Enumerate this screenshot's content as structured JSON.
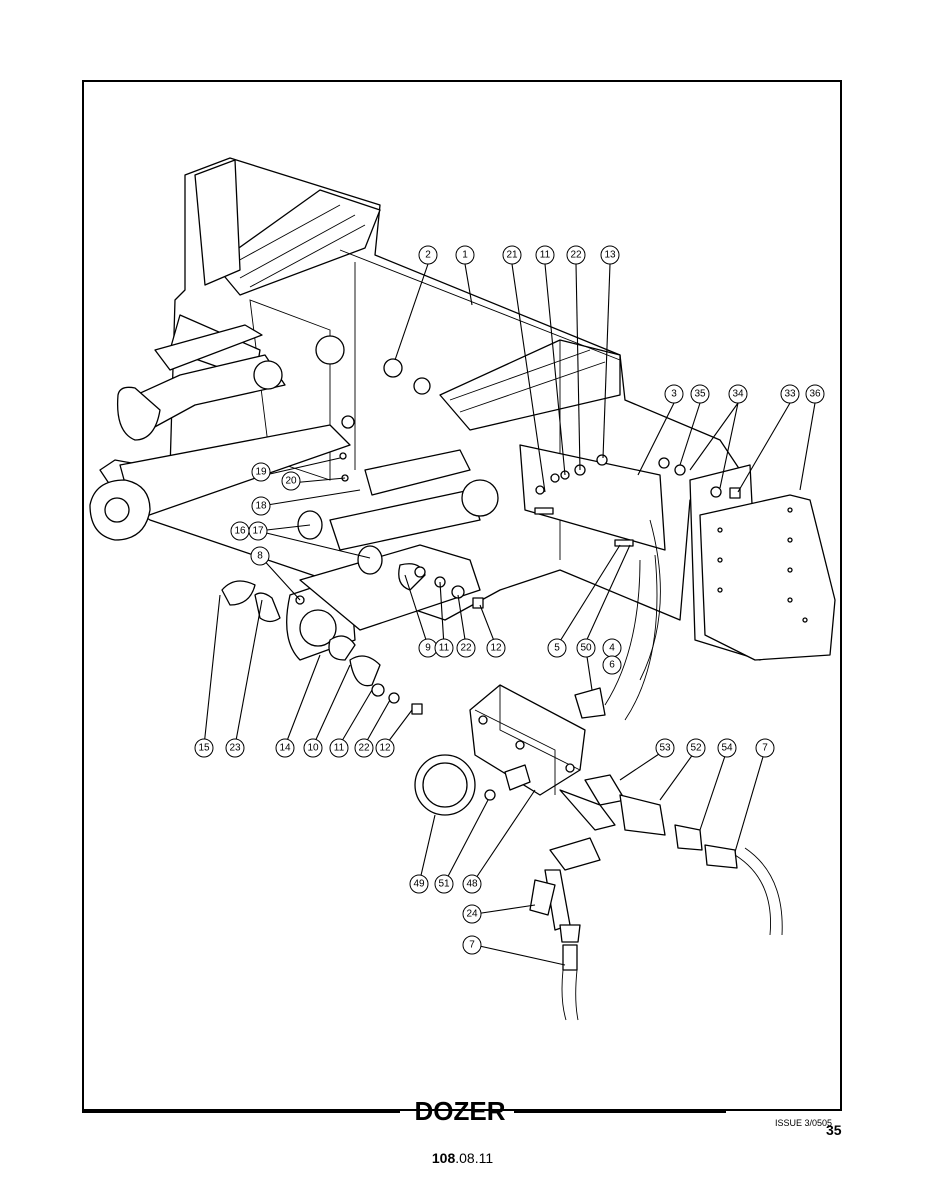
{
  "title": "DOZER",
  "issue": "ISSUE 3/0505",
  "page_number": "35",
  "reference": {
    "bold": "108",
    "rest": ".08.11"
  },
  "callouts": [
    "1",
    "2",
    "3",
    "4",
    "5",
    "6",
    "7",
    "8",
    "9",
    "10",
    "11",
    "12",
    "13",
    "14",
    "15",
    "16",
    "17",
    "18",
    "19",
    "20",
    "21",
    "22",
    "23",
    "24",
    "33",
    "34",
    "35",
    "36",
    "48",
    "49",
    "50",
    "51",
    "52",
    "53",
    "54"
  ]
}
